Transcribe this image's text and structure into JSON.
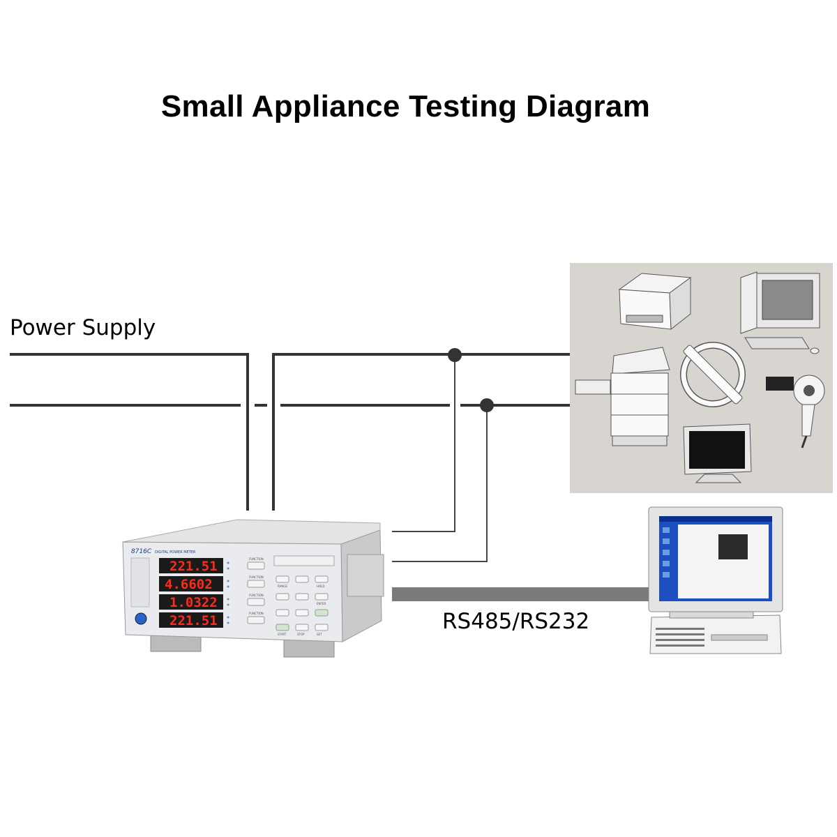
{
  "title": "Small Appliance Testing Diagram",
  "labels": {
    "power_supply": "Power Supply",
    "comm": "RS485/RS232"
  },
  "meter": {
    "model": "8716C",
    "name": "DIGITAL POWER METER",
    "readings": [
      "221.51",
      "4.6602",
      "1.0322",
      "221.51"
    ],
    "buttons": [
      "FUNCTION",
      "FUNCTION",
      "FUNCTION",
      "FUNCTION",
      "RANGE",
      "HOLD",
      "ENTER",
      "START",
      "STOP",
      "SET"
    ]
  },
  "colors": {
    "line": "#333333",
    "panel_bg": "#d8d5d0",
    "lcd_red": "#ff2a1a",
    "screen_blue": "#1e4fc0"
  }
}
